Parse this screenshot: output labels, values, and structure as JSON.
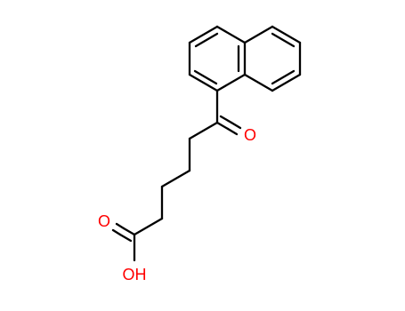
{
  "molecule": {
    "atom_labels": {
      "ketone_oxygen": "O",
      "carbonyl_oxygen": "O",
      "hydroxyl": "OH"
    },
    "colors": {
      "bond": "#000000",
      "oxygen": "#ff0000"
    }
  }
}
